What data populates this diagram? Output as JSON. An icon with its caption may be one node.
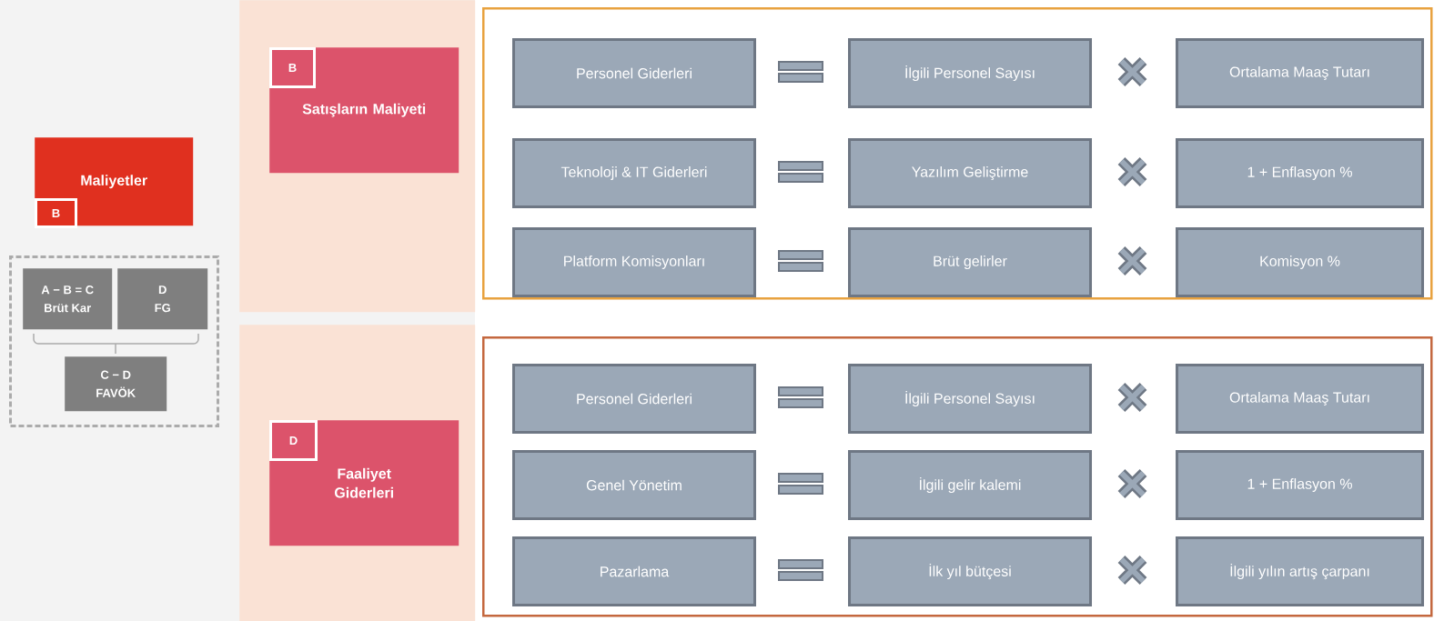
{
  "diagram": {
    "nodes": [
      {
        "text": [
          "Maliyetler"
        ]
      },
      {
        "text": [
          "B"
        ],
        "in": 0
      },
      {
        "text": [],
        "shape": "box"
      },
      {
        "text": [
          "A − B = C",
          "Brüt Kar"
        ],
        "in": 2
      },
      {
        "text": [
          "D",
          "FG"
        ],
        "in": 2
      },
      {
        "text": [
          "C − D",
          "FAVÖK"
        ],
        "in": 2
      },
      {
        "text": [],
        "shape": "box"
      },
      {
        "text": [
          "Satışların Maliyeti"
        ],
        "in": 6
      },
      {
        "text": [
          "B"
        ],
        "in": 7
      },
      {
        "text": [],
        "shape": "box"
      },
      {
        "text": [
          "Faaliyet Giderleri"
        ],
        "in": 9
      },
      {
        "text": [
          "D"
        ],
        "in": 10
      },
      {
        "text": [],
        "shape": "box"
      },
      {
        "text": [
          "Personel Giderleri"
        ],
        "in": 12
      },
      {
        "text": [
          "İlgili Personel Sayısı"
        ],
        "in": 12
      },
      {
        "text": [
          "Ortalama Maaş Tutarı"
        ],
        "in": 12
      },
      {
        "text": [
          "Teknoloji & IT Giderleri"
        ],
        "in": 12
      },
      {
        "text": [
          "Yazılım Geliştirme"
        ],
        "in": 12
      },
      {
        "text": [
          "1 + Enflasyon %"
        ],
        "in": 12
      },
      {
        "text": [
          "Platform Komisyonları"
        ],
        "in": 12
      },
      {
        "text": [
          "Brüt gelirler"
        ],
        "in": 12
      },
      {
        "text": [
          "Komisyon %"
        ],
        "in": 12
      },
      {
        "text": [],
        "shape": "box"
      },
      {
        "text": [
          "Personel Giderleri"
        ],
        "in": 22
      },
      {
        "text": [
          "İlgili Personel Sayısı"
        ],
        "in": 22
      },
      {
        "text": [
          "Ortalama Maaş Tutarı"
        ],
        "in": 22
      },
      {
        "text": [
          "Genel Yönetim"
        ],
        "in": 22
      },
      {
        "text": [
          "İlgili gelir kalemi"
        ],
        "in": 22
      },
      {
        "text": [
          "1 + Enflasyon %"
        ],
        "in": 22
      },
      {
        "text": [
          "Pazarlama"
        ],
        "in": 22
      },
      {
        "text": [
          "İlk yıl bütçesi"
        ],
        "in": 22
      },
      {
        "text": [
          "İlgili yılın artış çarpanı"
        ],
        "in": 22
      }
    ]
  }
}
